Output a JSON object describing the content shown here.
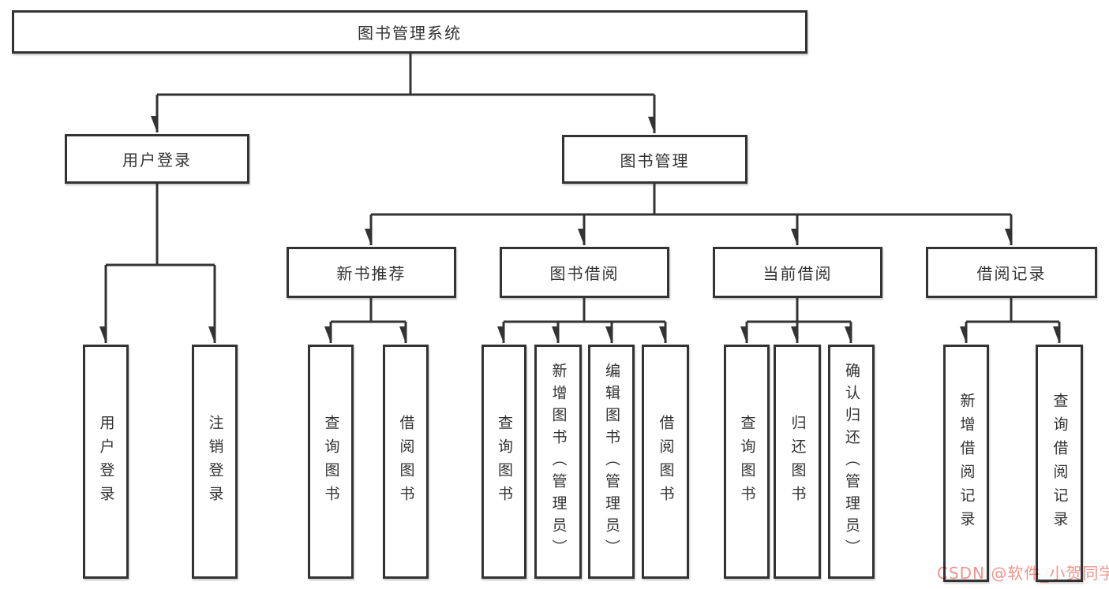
{
  "diagram": {
    "type": "tree",
    "root": {
      "label": "图书管理系统",
      "children": [
        {
          "label": "用户登录",
          "children": [
            {
              "label": "用户登录"
            },
            {
              "label": "注销登录"
            }
          ]
        },
        {
          "label": "图书管理",
          "children": [
            {
              "label": "新书推荐",
              "children": [
                {
                  "label": "查询图书"
                },
                {
                  "label": "借阅图书"
                }
              ]
            },
            {
              "label": "图书借阅",
              "children": [
                {
                  "label": "查询图书"
                },
                {
                  "label": "新增图书（管理员）"
                },
                {
                  "label": "编辑图书（管理员）"
                },
                {
                  "label": "借阅图书"
                }
              ]
            },
            {
              "label": "当前借阅",
              "children": [
                {
                  "label": "查询图书"
                },
                {
                  "label": "归还图书"
                },
                {
                  "label": "确认归还（管理员）"
                }
              ]
            },
            {
              "label": "借阅记录",
              "children": [
                {
                  "label": "新增借阅记录"
                },
                {
                  "label": "查询借阅记录"
                }
              ]
            }
          ]
        }
      ]
    }
  },
  "watermark": {
    "text": "CSDN @软件_小贺同学"
  },
  "colors": {
    "line": "#333333",
    "box_border": "#333333",
    "background": "#ffffff",
    "watermark": "#f0948e"
  }
}
